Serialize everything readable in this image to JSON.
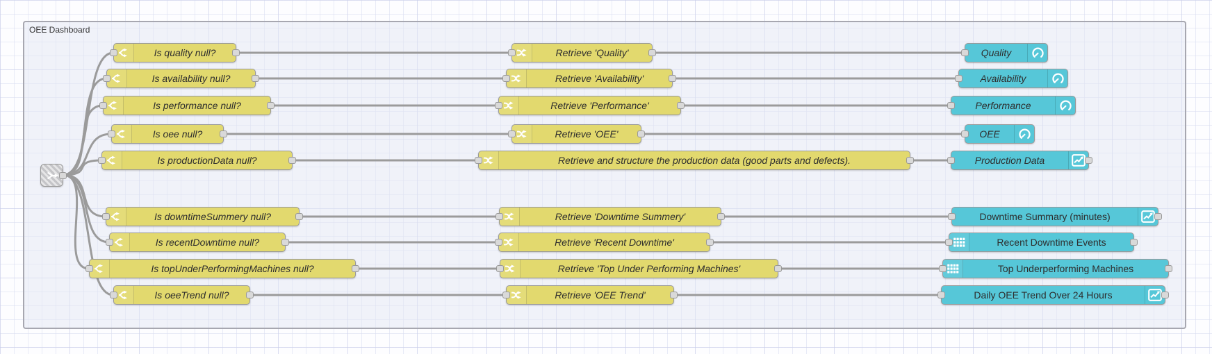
{
  "group": {
    "label": "OEE Dashboard"
  },
  "colors": {
    "logic_node": "#e2d96e",
    "dashboard_node": "#56c7d8",
    "wire": "#9b9b9b",
    "port": "#d9d9d9",
    "node_border": "#999999",
    "group_border": "#a7a7b0"
  },
  "icons": {
    "junction": "link-out-arrow-icon",
    "check_nodes": "switch-split-icon",
    "retrieve_nodes": "change-shuffle-icon",
    "gauge_widgets": "gauge-icon",
    "chart_widgets": "line-chart-icon",
    "table_widgets": "table-grid-icon"
  },
  "rows": [
    {
      "check": "Is quality null?",
      "retrieve": "Retrieve 'Quality'",
      "widget": "Quality",
      "widget_kind": "gauge"
    },
    {
      "check": "Is availability null?",
      "retrieve": "Retrieve 'Availability'",
      "widget": "Availability",
      "widget_kind": "gauge"
    },
    {
      "check": "Is performance null?",
      "retrieve": "Retrieve 'Performance'",
      "widget": "Performance",
      "widget_kind": "gauge"
    },
    {
      "check": "Is oee null?",
      "retrieve": "Retrieve 'OEE'",
      "widget": "OEE",
      "widget_kind": "gauge"
    },
    {
      "check": "Is productionData null?",
      "retrieve": "Retrieve and structure the production data (good parts and defects).",
      "widget": "Production Data",
      "widget_kind": "chart"
    },
    {
      "check": "Is downtimeSummery null?",
      "retrieve": "Retrieve 'Downtime Summery'",
      "widget": "Downtime Summary (minutes)",
      "widget_kind": "chart"
    },
    {
      "check": "Is recentDowntime null?",
      "retrieve": "Retrieve 'Recent Downtime'",
      "widget": "Recent Downtime Events",
      "widget_kind": "table"
    },
    {
      "check": "Is topUnderPerformingMachines null?",
      "retrieve": "Retrieve 'Top Under Performing Machines'",
      "widget": "Top Underperforming Machines",
      "widget_kind": "table"
    },
    {
      "check": "Is oeeTrend null?",
      "retrieve": "Retrieve 'OEE Trend'",
      "widget": "Daily OEE Trend Over 24 Hours",
      "widget_kind": "chart"
    }
  ]
}
